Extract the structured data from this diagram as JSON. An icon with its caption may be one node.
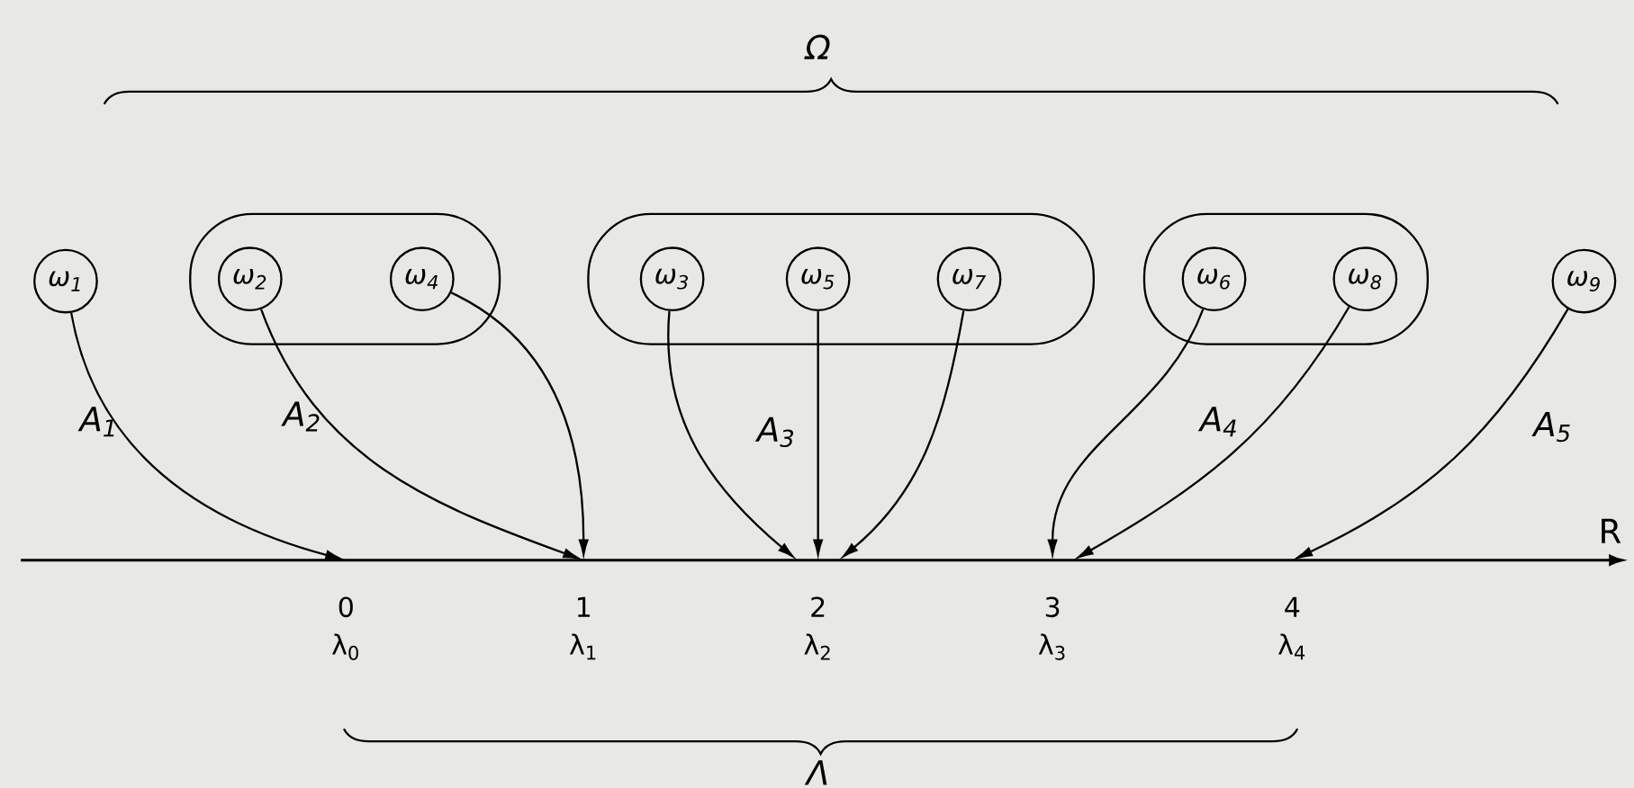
{
  "diagram": {
    "nodes": [
      {
        "text": [
          "ω$_{1}$"
        ]
      },
      {
        "text": [],
        "shape": "box"
      },
      {
        "text": [
          "ω$_{2}$"
        ],
        "in": 1
      },
      {
        "text": [
          "ω$_{4}$"
        ],
        "in": 1
      },
      {
        "text": [],
        "shape": "box"
      },
      {
        "text": [
          "ω$_{3}$"
        ],
        "in": 4
      },
      {
        "text": [
          "ω$_{5}$"
        ],
        "in": 4
      },
      {
        "text": [
          "ω$_{7}$"
        ],
        "in": 4
      },
      {
        "text": [],
        "shape": "box"
      },
      {
        "text": [
          "ω$_{6}$"
        ],
        "in": 8
      },
      {
        "text": [
          "ω$_{8}$"
        ],
        "in": 8
      },
      {
        "text": [
          "ω$_{9}$"
        ]
      },
      {
        "text": [
          "0",
          "λ$_{0}$"
        ]
      },
      {
        "text": [
          "1",
          "λ$_{1}$"
        ]
      },
      {
        "text": [
          "2",
          "λ$_{2}$"
        ]
      },
      {
        "text": [
          "3",
          "λ$_{3}$"
        ]
      },
      {
        "text": [
          "4",
          "λ$_{4}$"
        ]
      }
    ],
    "edges": [
      {
        "from": 0,
        "to": 12,
        "arrow": "to"
      },
      {
        "from": 2,
        "to": 13,
        "arrow": "to"
      },
      {
        "from": 3,
        "to": 13,
        "arrow": "to"
      },
      {
        "from": 5,
        "to": 14,
        "arrow": "to"
      },
      {
        "from": 6,
        "to": 14,
        "arrow": "to"
      },
      {
        "from": 7,
        "to": 14,
        "arrow": "to"
      },
      {
        "from": 9,
        "to": 15,
        "arrow": "to"
      },
      {
        "from": 10,
        "to": 15,
        "arrow": "to"
      },
      {
        "from": 11,
        "to": 16,
        "arrow": "to"
      }
    ],
    "labels": [
      "Ω",
      "A$_{1}$",
      "A$_{2}$",
      "A$_{3}$",
      "A$_{4}$",
      "A$_{5}$",
      "R",
      "Λ"
    ]
  }
}
